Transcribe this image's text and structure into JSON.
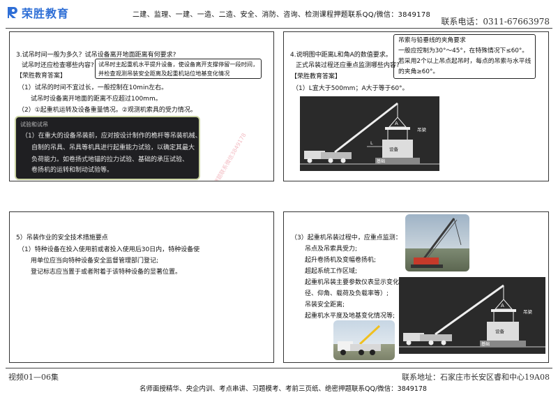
{
  "header": {
    "logo_text": "荣胜教育",
    "banner": "二建、监理、一建、一造、二造、安全、消防、咨询、检测课程押题联系QQ/微信：3849178",
    "phone": "联系电话：0311-67663978"
  },
  "panel1": {
    "question": "3.试吊时间一般为多久？试吊设备离开地面距离有何要求?",
    "question2": "试吊时还应检查哪些内容?",
    "note_line1": "试吊时主起重机水平提升设备，使设备离开支撑停留一段时间，",
    "note_line2": "并检查观测吊装安全距离及起重机站位地基变化情况",
    "answer_title": "【荣胜教育答案】",
    "a1": "（1）试吊的时间不宜过长，一般控制在10min左右。",
    "a1b": "试吊时设备离开地面的距离不应超过100mm。",
    "a2": "（2）①起重机运转及设备重量情况。②观测机索具的受力情况。",
    "box_label": "试验和试吊",
    "box_line1": "（1）在重大的设备吊装前，应对按设计制作的桅杆等吊装机械、",
    "box_line2": "自制的吊具、吊具等机具进行起重能力试验，以确定其最大",
    "box_line3": "负荷能力。如卷扬式地锚的拉力试验、基础的承压试验、",
    "box_line4": "卷扬机的运转和制动试验等。"
  },
  "panel2": {
    "note_title": "吊索与铅垂线的夹角要求",
    "note_line1": "一般应控制为30°～45°，在特殊情况下≤60°。",
    "note_line2": "若采用2个以上吊点起吊时，每点的吊索与水平线",
    "note_line3": "的夹角≥60°。",
    "question": "4.说明图中距离L和角A的数值要求。",
    "question2": "正式吊装过程还应重点监测哪些内容?",
    "answer_title": "【荣胜教育答案】",
    "a1": "（1）L宜大于500mm；A大于等于60°。",
    "fig_label_a": "A",
    "fig_label_hook": "吊梁",
    "fig_label_equip": "设备",
    "fig_label_base": "基础",
    "fig_label_l": "L"
  },
  "panel3": {
    "title": "5）吊装作业的安全技术措施要点",
    "l1": "（1）特种设备在投入使用前或者投入使用后30日内，特种设备使",
    "l2": "用单位应当向特种设备安全监督管理部门登记;",
    "l3": "登记标志应当置于或者附着于该特种设备的显著位置。"
  },
  "panel4": {
    "title": "（3）起重机吊装过程中，应重点监测：",
    "l1": "吊点及吊索具受力;",
    "l2": "起升卷扬机及变幅卷扬机;",
    "l3": "超起系统工作区域;",
    "l4": "起重机吊装主要参数仪表显示变化情况（吊臂长度、工作半",
    "l5": "径、仰角、载荷及负载率等）;",
    "l6": "吊装安全距离;",
    "l7": "起重机水平度及地基变化情况等;",
    "fig_label_a": "A",
    "fig_label_hook": "吊梁",
    "fig_label_equip": "设备",
    "fig_label_base": "基础"
  },
  "watermark": "荣胜教育押题联系微信3849178",
  "footer": {
    "left": "视频01—06集",
    "right": "联系地址：石家庄市长安区睿和中心19A08",
    "banner": "名师面授精华、央企内训、考点串讲、习题模考、考前三页纸、绝密押题联系QQ/微信：3849178"
  },
  "colors": {
    "brand": "#2f6fd6",
    "dark_box": "#1f1f22",
    "dark_box_border": "#c9d2a0",
    "watermark": "#dc3c50"
  }
}
